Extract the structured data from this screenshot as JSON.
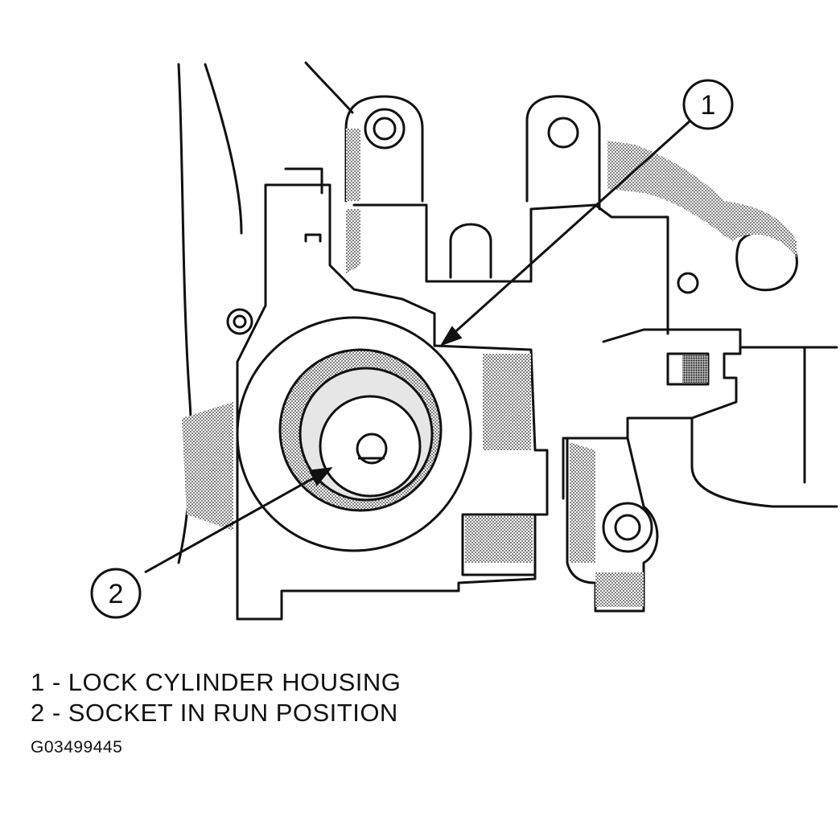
{
  "callouts": [
    {
      "number": "1"
    },
    {
      "number": "2"
    }
  ],
  "legend": [
    {
      "text": "1 - LOCK CYLINDER HOUSING"
    },
    {
      "text": "2 - SOCKET IN RUN POSITION"
    }
  ],
  "figure_code": "G03499445",
  "colors": {
    "ink": "#111111",
    "shade": "#9a9a9a",
    "paper": "#ffffff"
  }
}
